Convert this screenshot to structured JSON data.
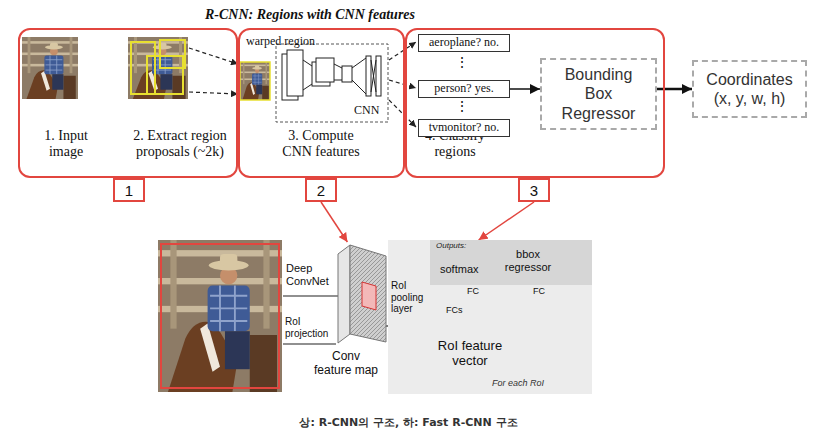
{
  "diagram": {
    "title": "R-CNN: Regions with CNN features",
    "caption": "상: R-CNN의 구조, 하: Fast R-CNN 구조",
    "nodes": [
      {
        "text": [
          "1. Input image",
          "2. Extract region proposals (~2k)"
        ]
      },
      {
        "text": [
          "3. Compute CNN features"
        ]
      },
      {
        "text": [
          "4. Classify regions"
        ]
      },
      {
        "text": [
          "aeroplane? no."
        ],
        "in": 2
      },
      {
        "text": [
          "person? yes."
        ],
        "in": 2
      },
      {
        "text": [
          "tvmonitor? no."
        ],
        "in": 2
      },
      {
        "text": [
          "Bounding Box Regressor"
        ],
        "in": 2
      },
      {
        "text": [
          "Coordinates (x, y, w, h)"
        ]
      },
      {
        "text": [
          "1"
        ]
      },
      {
        "text": [
          "2"
        ]
      },
      {
        "text": [
          "3"
        ]
      },
      {
        "text": [
          "Conv feature map"
        ]
      },
      {
        "text": [
          "For each RoI"
        ]
      },
      {
        "text": [
          "Outputs:"
        ],
        "in": 12
      }
    ],
    "edges": [
      {
        "from": 4,
        "to": 6,
        "arrow": "to"
      },
      {
        "from": 6,
        "to": 7,
        "arrow": "to"
      },
      {
        "from": 9,
        "to": 11,
        "arrow": "to"
      },
      {
        "from": 10,
        "to": 13,
        "arrow": "to"
      }
    ],
    "labels": [
      "warped region",
      "CNN",
      "⋮",
      "⋮",
      "Deep ConvNet",
      "RoI projection",
      "RoI pooling layer",
      "FCs",
      "RoI feature vector",
      "softmax",
      "bbox regressor",
      "FC",
      "FC"
    ]
  }
}
